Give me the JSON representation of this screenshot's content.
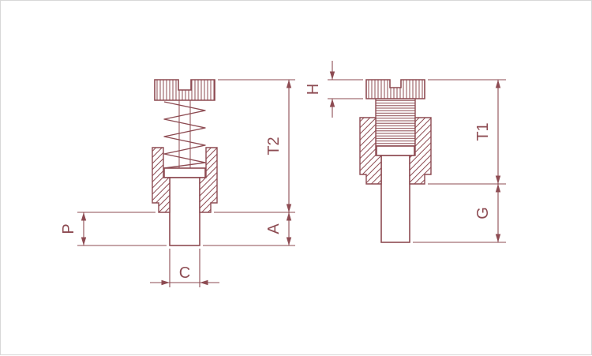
{
  "colors": {
    "line": "#8d4b52",
    "background": "#ffffff",
    "border": "#d8d8d8"
  },
  "dimension_labels": {
    "p": "P",
    "t2": "T2",
    "a": "A",
    "c": "C",
    "h": "H",
    "t1": "T1",
    "g": "G"
  }
}
